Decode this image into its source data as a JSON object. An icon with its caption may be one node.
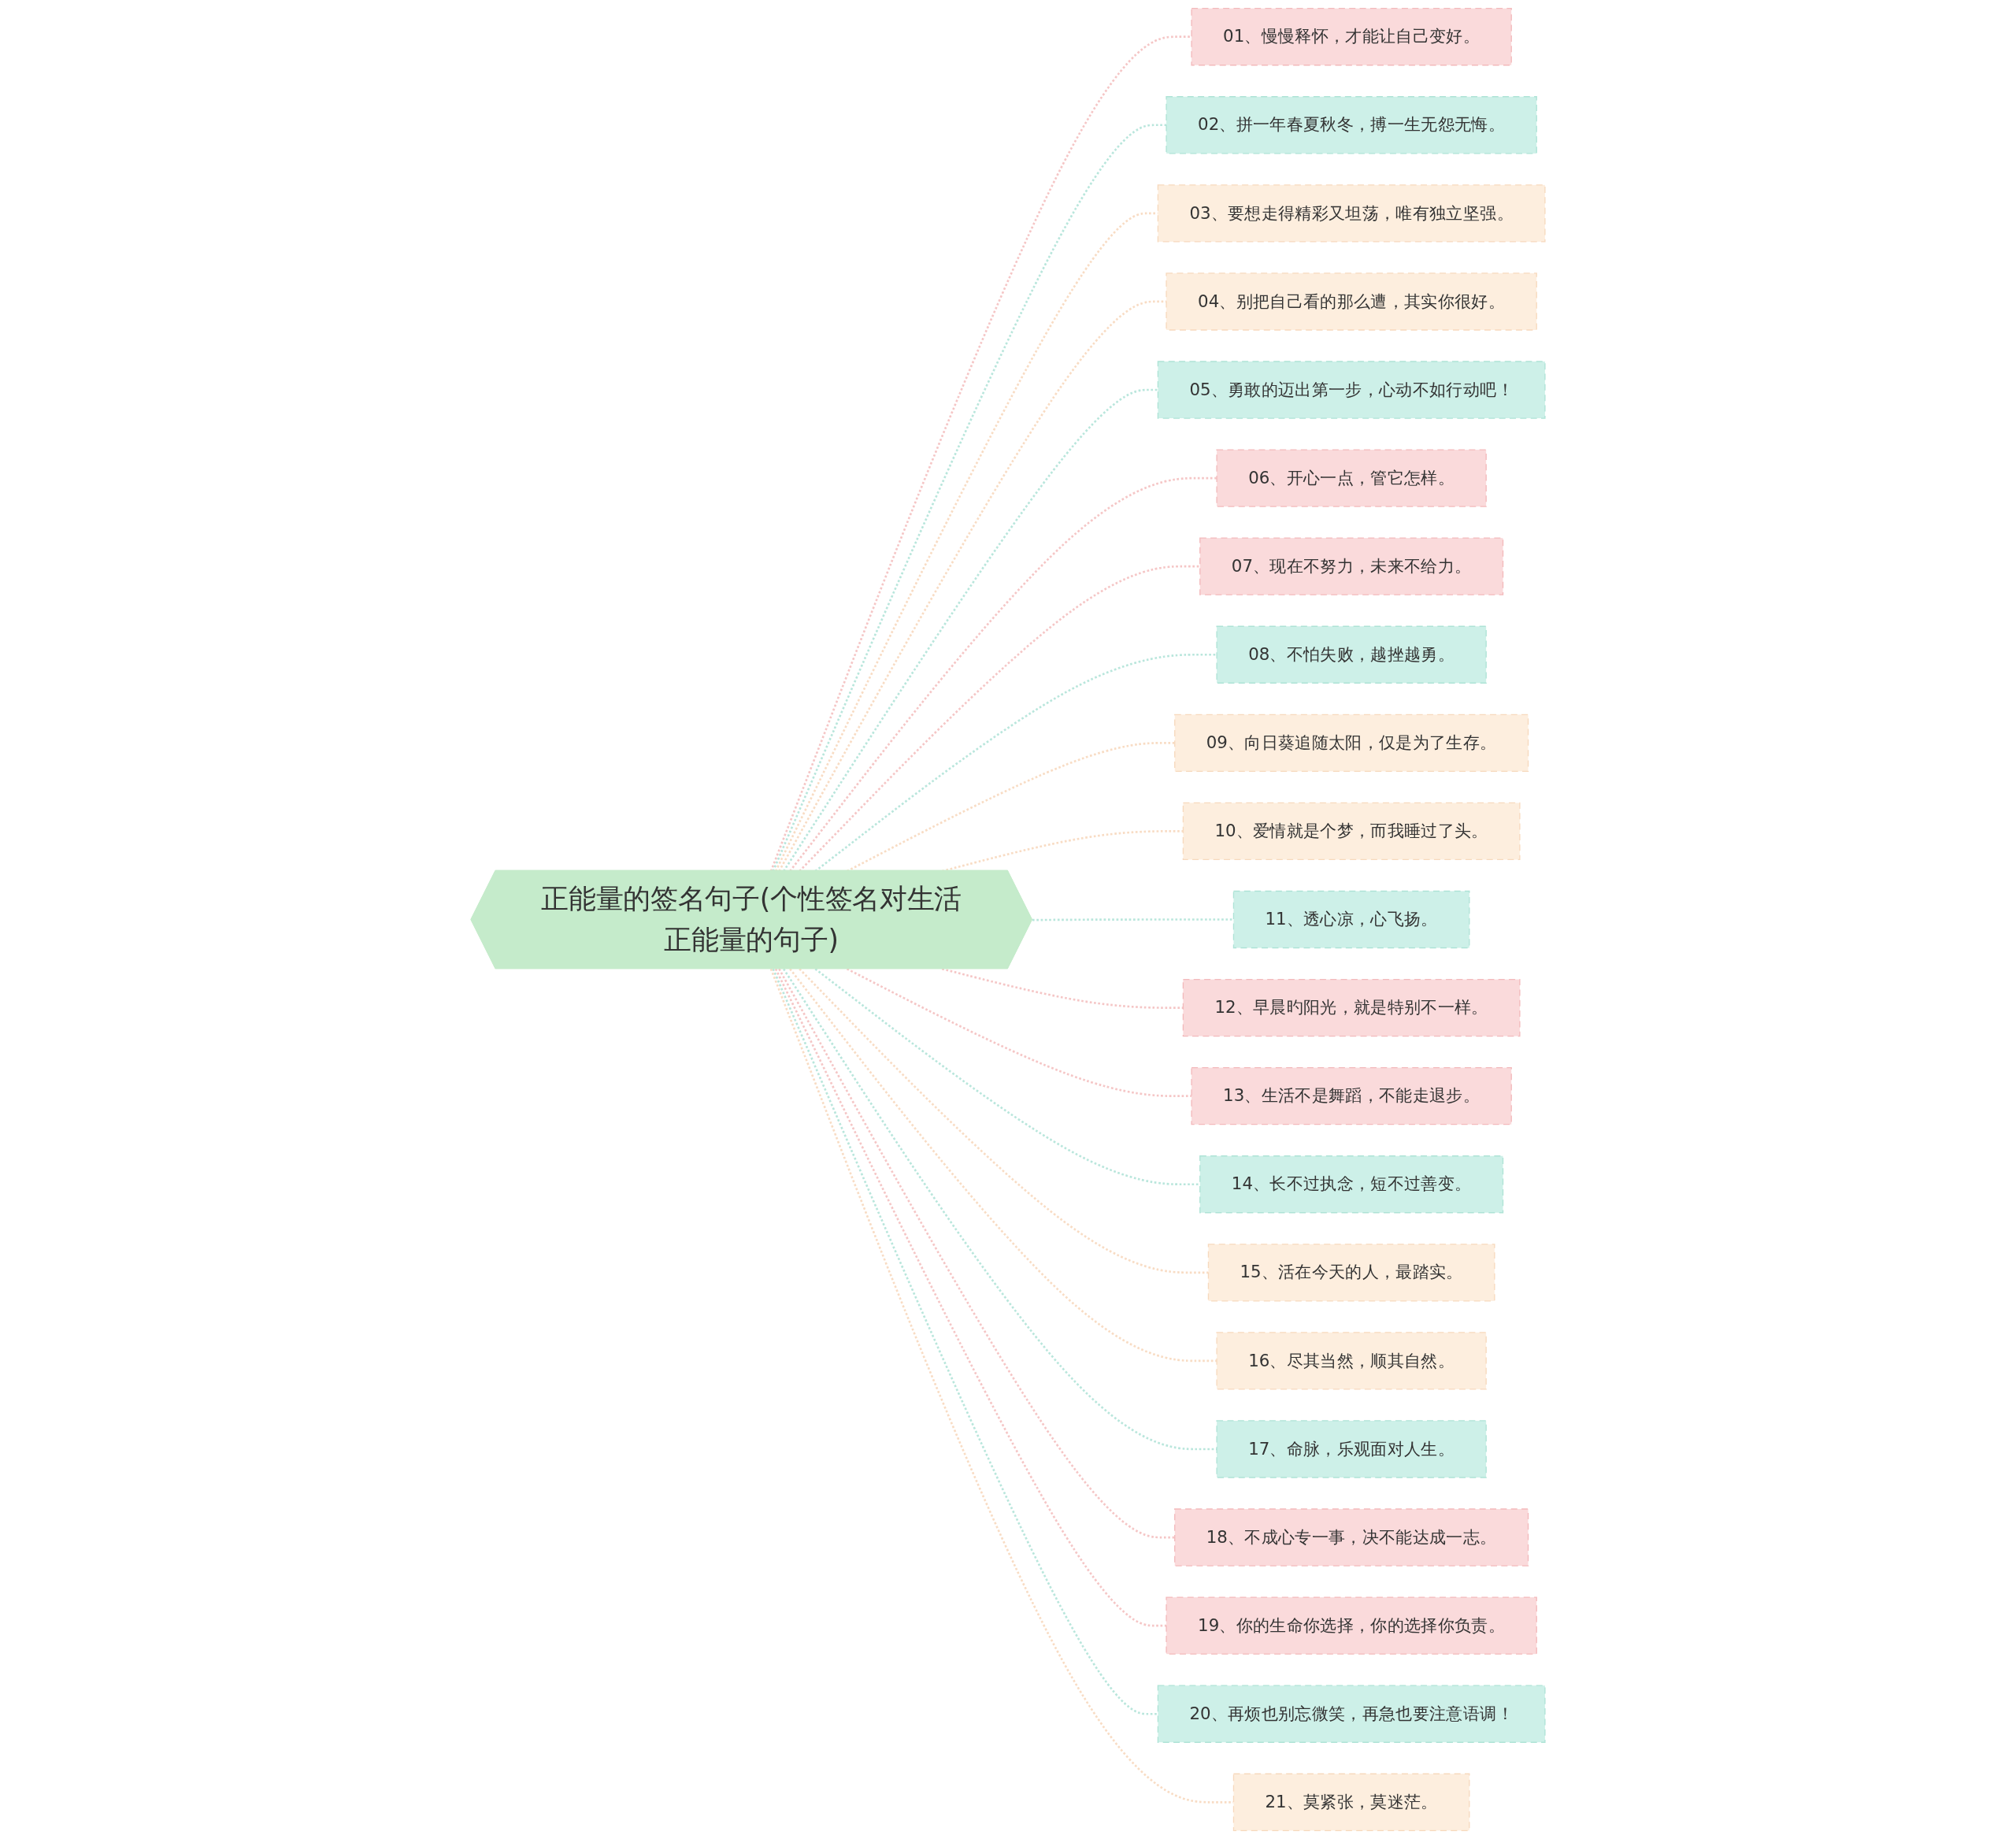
{
  "diagram": {
    "nodes": [
      {
        "text": [
          "正能量的签名句子(个性签名对生活正能量的句子)"
        ]
      },
      {
        "text": [
          "01、慢慢释怀，才能让自己变好。"
        ]
      },
      {
        "text": [
          "02、拼一年春夏秋冬，搏一生无怨无悔。"
        ]
      },
      {
        "text": [
          "03、要想走得精彩又坦荡，唯有独立坚强。"
        ]
      },
      {
        "text": [
          "04、别把自己看的那么遭，其实你很好。"
        ]
      },
      {
        "text": [
          "05、勇敢的迈出第一步，心动不如行动吧！"
        ]
      },
      {
        "text": [
          "06、开心一点，管它怎样。"
        ]
      },
      {
        "text": [
          "07、现在不努力，未来不给力。"
        ]
      },
      {
        "text": [
          "08、不怕失败，越挫越勇。"
        ]
      },
      {
        "text": [
          "09、向日葵追随太阳，仅是为了生存。"
        ]
      },
      {
        "text": [
          "10、爱情就是个梦，而我睡过了头。"
        ]
      },
      {
        "text": [
          "11、透心凉，心飞扬。"
        ]
      },
      {
        "text": [
          "12、早晨旳阳光，就是特别不一样。"
        ]
      },
      {
        "text": [
          "13、生活不是舞蹈，不能走退步。"
        ]
      },
      {
        "text": [
          "14、长不过执念，短不过善变。"
        ]
      },
      {
        "text": [
          "15、活在今天的人，最踏实。"
        ]
      },
      {
        "text": [
          "16、尽其当然，顺其自然。"
        ]
      },
      {
        "text": [
          "17、命脉，乐观面对人生。"
        ]
      },
      {
        "text": [
          "18、不成心专一事，决不能达成一志。"
        ]
      },
      {
        "text": [
          "19、你的生命你选择，你的选择你负责。"
        ]
      },
      {
        "text": [
          "20、再烦也别忘微笑，再急也要注意语调！"
        ]
      },
      {
        "text": [
          "21、莫紧张，莫迷茫。"
        ]
      }
    ],
    "edges": [
      {
        "from": 0,
        "to": 1,
        "arrow": "none",
        "style": "dashed",
        "color": "#f5c6c6"
      },
      {
        "from": 0,
        "to": 2,
        "arrow": "none",
        "style": "dashed",
        "color": "#b9e6dc"
      },
      {
        "from": 0,
        "to": 3,
        "arrow": "none",
        "style": "dashed",
        "color": "#f8dcc4"
      },
      {
        "from": 0,
        "to": 4,
        "arrow": "none",
        "style": "dashed",
        "color": "#f8dcc4"
      },
      {
        "from": 0,
        "to": 5,
        "arrow": "none",
        "style": "dashed",
        "color": "#b9e6dc"
      },
      {
        "from": 0,
        "to": 6,
        "arrow": "none",
        "style": "dashed",
        "color": "#f5c6c6"
      },
      {
        "from": 0,
        "to": 7,
        "arrow": "none",
        "style": "dashed",
        "color": "#f5c6c6"
      },
      {
        "from": 0,
        "to": 8,
        "arrow": "none",
        "style": "dashed",
        "color": "#b9e6dc"
      },
      {
        "from": 0,
        "to": 9,
        "arrow": "none",
        "style": "dashed",
        "color": "#f8dcc4"
      },
      {
        "from": 0,
        "to": 10,
        "arrow": "none",
        "style": "dashed",
        "color": "#f8dcc4"
      },
      {
        "from": 0,
        "to": 11,
        "arrow": "none",
        "style": "dashed",
        "color": "#b9e6dc"
      },
      {
        "from": 0,
        "to": 12,
        "arrow": "none",
        "style": "dashed",
        "color": "#f5c6c6"
      },
      {
        "from": 0,
        "to": 13,
        "arrow": "none",
        "style": "dashed",
        "color": "#f5c6c6"
      },
      {
        "from": 0,
        "to": 14,
        "arrow": "none",
        "style": "dashed",
        "color": "#b9e6dc"
      },
      {
        "from": 0,
        "to": 15,
        "arrow": "none",
        "style": "dashed",
        "color": "#f8dcc4"
      },
      {
        "from": 0,
        "to": 16,
        "arrow": "none",
        "style": "dashed",
        "color": "#f8dcc4"
      },
      {
        "from": 0,
        "to": 17,
        "arrow": "none",
        "style": "dashed",
        "color": "#b9e6dc"
      },
      {
        "from": 0,
        "to": 18,
        "arrow": "none",
        "style": "dashed",
        "color": "#f5c6c6"
      },
      {
        "from": 0,
        "to": 19,
        "arrow": "none",
        "style": "dashed",
        "color": "#f5c6c6"
      },
      {
        "from": 0,
        "to": 20,
        "arrow": "none",
        "style": "dashed",
        "color": "#b9e6dc"
      },
      {
        "from": 0,
        "to": 21,
        "arrow": "none",
        "style": "dashed",
        "color": "#f8dcc4"
      }
    ]
  }
}
